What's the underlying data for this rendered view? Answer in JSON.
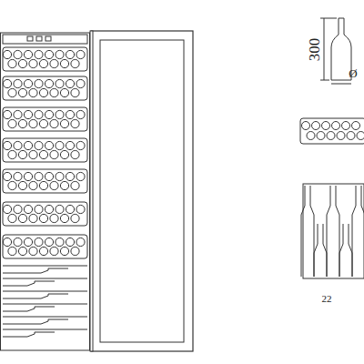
{
  "diagram": {
    "labels": [
      "300",
      "Ø",
      "22"
    ]
  }
}
